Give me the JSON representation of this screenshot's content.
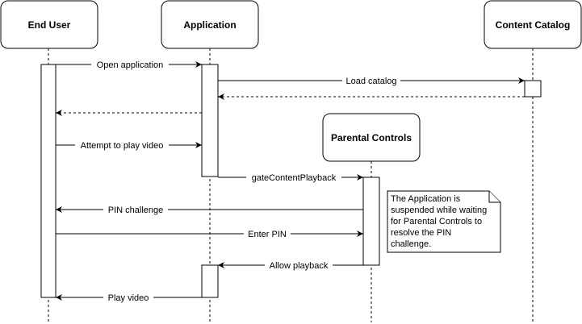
{
  "participants": {
    "end_user": "End User",
    "application": "Application",
    "content_catalog": "Content Catalog",
    "parental_controls": "Parental Controls"
  },
  "messages": {
    "open_application": "Open application",
    "load_catalog": "Load catalog",
    "attempt_to_play_video": "Attempt to play video",
    "gate_content_playback": "gateContentPlayback",
    "pin_challenge": "PIN challenge",
    "enter_pin": "Enter PIN",
    "allow_playback": "Allow playback",
    "play_video": "Play video"
  },
  "note": {
    "lines": [
      "The Application is",
      "suspended while waiting",
      "for Parental Controls to",
      "resolve the PIN",
      "challenge."
    ]
  }
}
